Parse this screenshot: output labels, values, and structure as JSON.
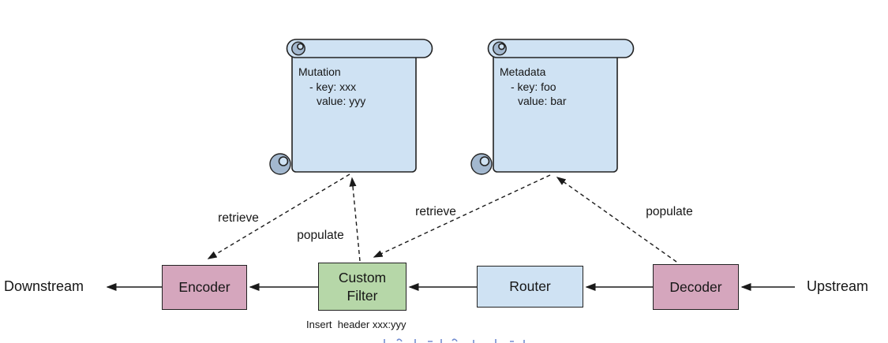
{
  "colors": {
    "pink": "#d5a6bd",
    "green": "#b6d7a8",
    "blue": "#cfe2f3",
    "scroll_fill": "#cfe2f3",
    "scroll_shade": "#a3b8cf",
    "border": "#222222",
    "arrow": "#1a1a1a",
    "cutoff_marks": "#5b79c9"
  },
  "scrolls": [
    {
      "id": "mutation",
      "title": "Mutation",
      "entry_key": "- key: xxx",
      "entry_value": "value: yyy"
    },
    {
      "id": "metadata",
      "title": "Metadata",
      "entry_key": "- key: foo",
      "entry_value": "value: bar"
    }
  ],
  "flow": {
    "left_endpoint": "Downstream",
    "right_endpoint": "Upstream",
    "nodes": [
      {
        "id": "encoder",
        "label": "Encoder",
        "color": "pink"
      },
      {
        "id": "custom-filter",
        "label": "Custom\nFilter",
        "color": "green"
      },
      {
        "id": "router",
        "label": "Router",
        "color": "blue"
      },
      {
        "id": "decoder",
        "label": "Decoder",
        "color": "pink"
      }
    ]
  },
  "edge_labels": [
    {
      "id": "retrieve-mutation-encoder",
      "text": "retrieve"
    },
    {
      "id": "populate-filter-mutation",
      "text": "populate"
    },
    {
      "id": "retrieve-metadata-filter",
      "text": "retrieve"
    },
    {
      "id": "populate-decoder-metadata",
      "text": "populate"
    }
  ],
  "note": "Insert  header xxx:yyy"
}
